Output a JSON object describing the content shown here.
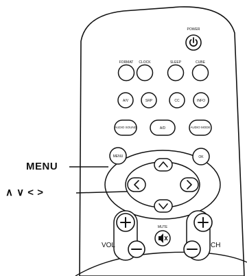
{
  "remote": {
    "top_label": "POWER",
    "row1": [
      "FORMAT",
      "CLOCK",
      "SLEEP",
      "CUBE"
    ],
    "row2": [
      "A/V",
      "SRP",
      "CC",
      "INFO"
    ],
    "row3": [
      "AUDIO SOUND",
      "A/D",
      "AUDIO MODE"
    ],
    "menu_key": "MENU",
    "ok_key": "OK",
    "mute_label": "MUTE",
    "vol_label": "VOL",
    "ch_label": "CH",
    "nav_icons": [
      "arrow-up-icon",
      "arrow-down-icon",
      "arrow-left-icon",
      "arrow-right-icon"
    ]
  },
  "callouts": {
    "menu": "MENU",
    "arrows": "∧  ∨  <  >"
  }
}
